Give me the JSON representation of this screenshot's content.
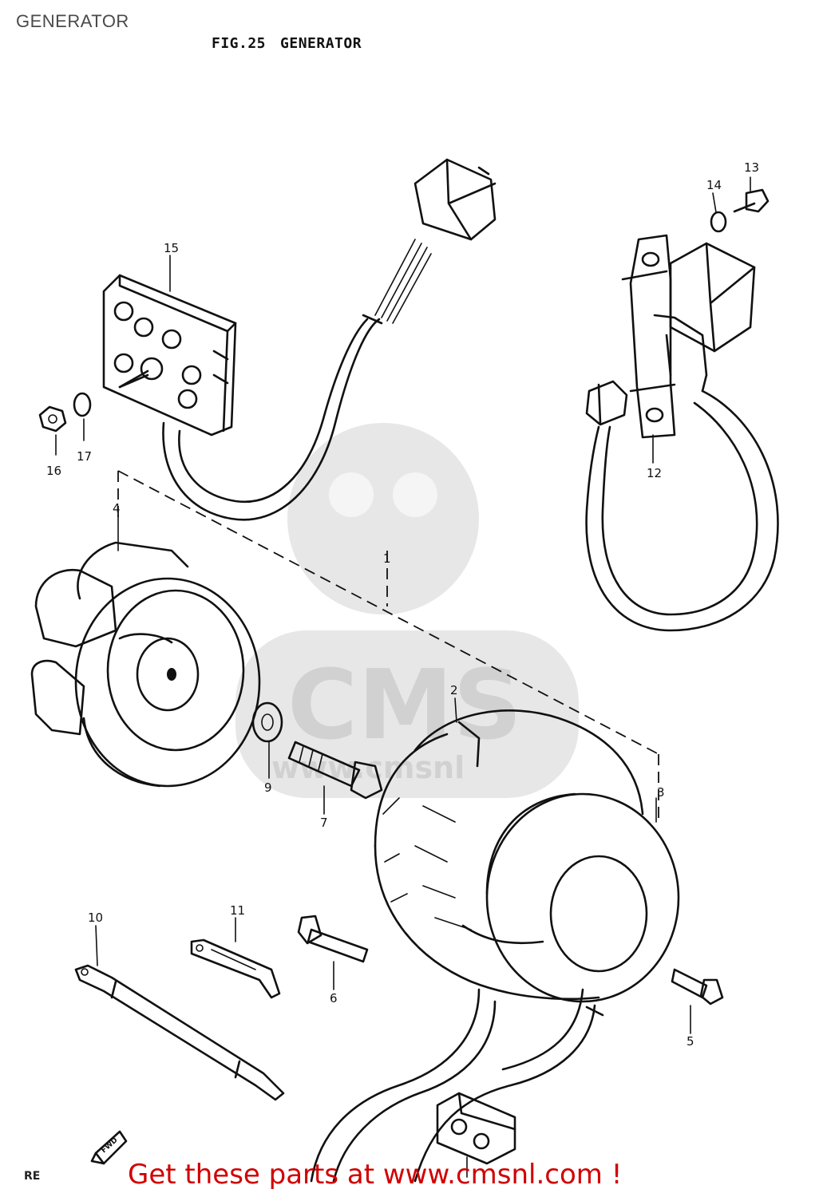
{
  "header": {
    "page_title": "GENERATOR",
    "figure_number": "FIG.25",
    "figure_title": "GENERATOR"
  },
  "callouts": {
    "c1": "1",
    "c2": "2",
    "c3": "3",
    "c4": "4",
    "c5": "5",
    "c6": "6",
    "c7": "7",
    "c9": "9",
    "c10": "10",
    "c11": "11",
    "c12": "12",
    "c13": "13",
    "c14": "14",
    "c15": "15",
    "c16": "16",
    "c17": "17"
  },
  "watermark": {
    "text": "CMS",
    "url": "www.cmsnl"
  },
  "footer": {
    "ref": "RE",
    "fwd_label": "FWD",
    "cta_text": "Get these parts at www.cmsnl.com !"
  },
  "colors": {
    "cta": "#d10000",
    "line": "#111111",
    "watermark": "#cfcfcf"
  }
}
